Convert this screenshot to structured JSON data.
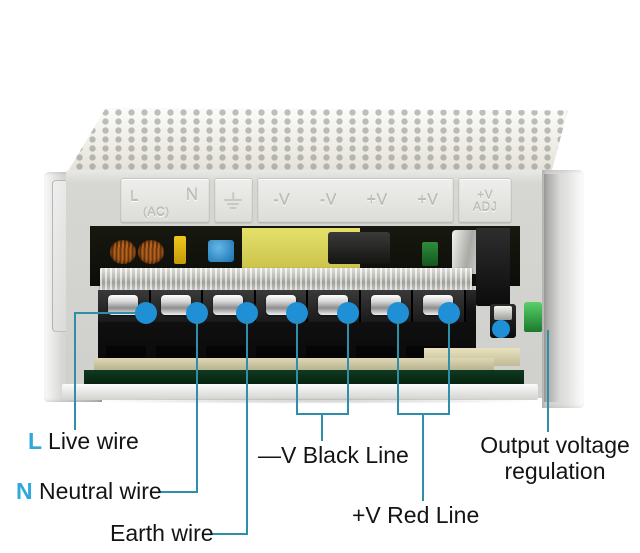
{
  "device": {
    "type": "switching-power-supply",
    "legend": {
      "ac_l": "L",
      "ac_l_sub": "(AC)",
      "ac_n": "N",
      "ground": "ground-symbol",
      "outputs": [
        "-V",
        "-V",
        "+V",
        "+V"
      ],
      "adj_top": "+V",
      "adj_bottom": "ADJ"
    },
    "terminal_count": 7
  },
  "colors": {
    "dot": "#1f8fd6",
    "leader": "#2f8fab",
    "key_letter": "#32a7da",
    "text": "#141414"
  },
  "callouts": [
    {
      "id": "live",
      "key": "L",
      "label": "Live wire",
      "terminal": 1
    },
    {
      "id": "neutral",
      "key": "N",
      "label": "Neutral wire",
      "terminal": 2
    },
    {
      "id": "earth",
      "key": "",
      "label": "Earth wire",
      "terminal": 3
    },
    {
      "id": "neg",
      "key": "",
      "label": "—V Black Line",
      "terminal": "4-5"
    },
    {
      "id": "pos",
      "key": "",
      "label": "+V Red Line",
      "terminal": "6-7"
    },
    {
      "id": "adj",
      "key": "",
      "label": "Output voltage",
      "label2": "regulation",
      "terminal": "adj-potentiometer"
    }
  ]
}
